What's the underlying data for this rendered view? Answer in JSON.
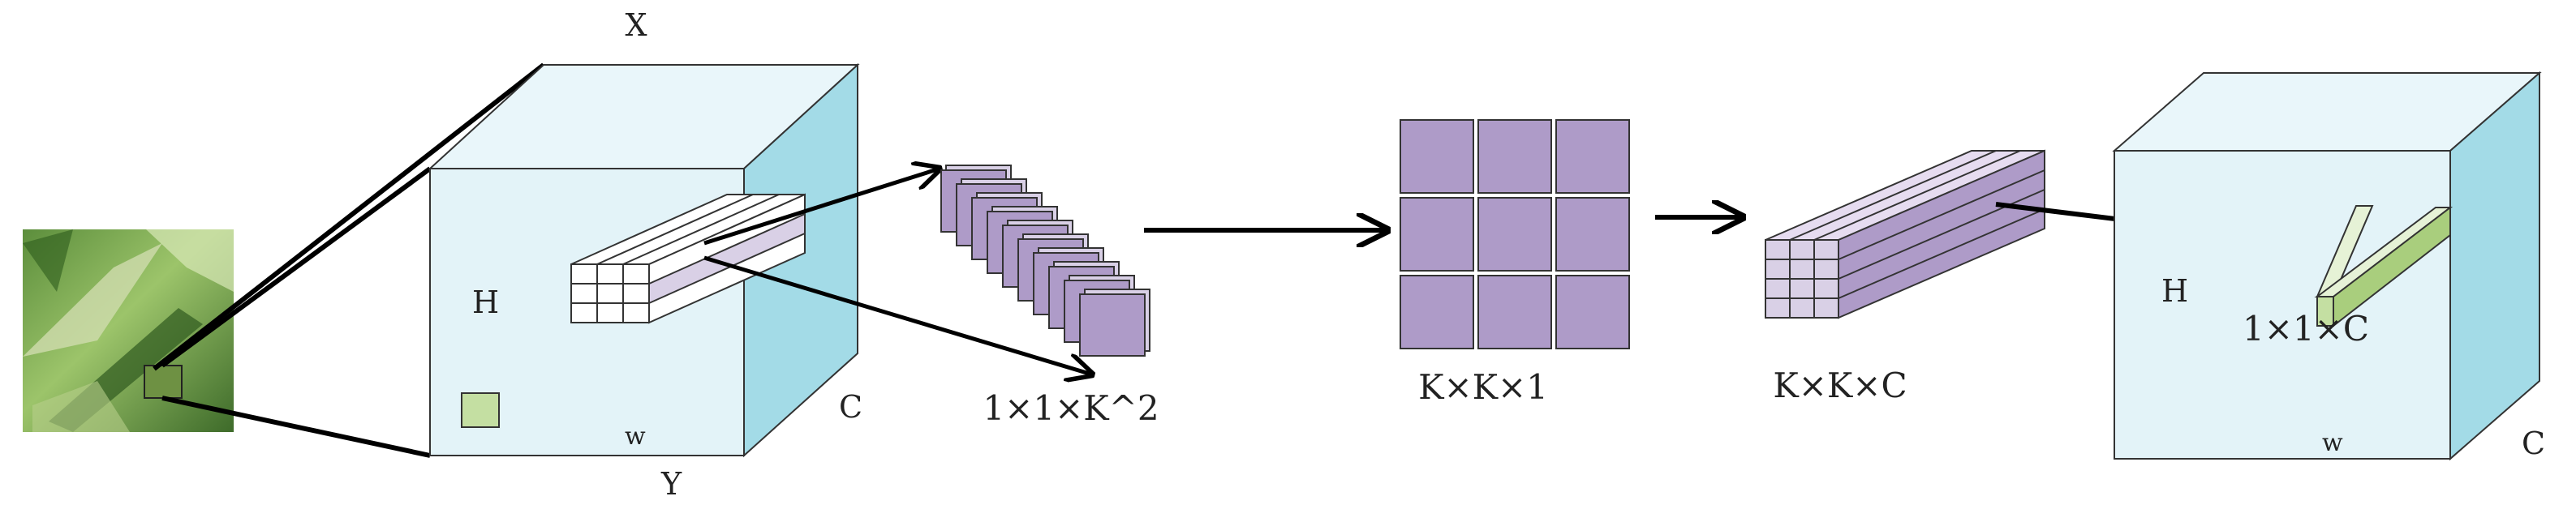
{
  "input_cube": {
    "top_label": "X",
    "height_label": "H",
    "width_label": "w",
    "bottom_label": "Y",
    "depth_label": "C"
  },
  "patches_label": "1×1×K^2",
  "grid_label": "K×K×1",
  "kernel_label": "K×K×C",
  "output_cube": {
    "height_label": "H",
    "width_label": "w",
    "depth_label": "C",
    "vector_label": "1×1×C"
  },
  "colors": {
    "cube_face": "#e3f3f8",
    "cube_side": "#a3dbe7",
    "purple": "#ae9bc8",
    "purple_light": "#d9d0e6",
    "green": "#c4dfa2",
    "green_dark": "#64883a"
  }
}
